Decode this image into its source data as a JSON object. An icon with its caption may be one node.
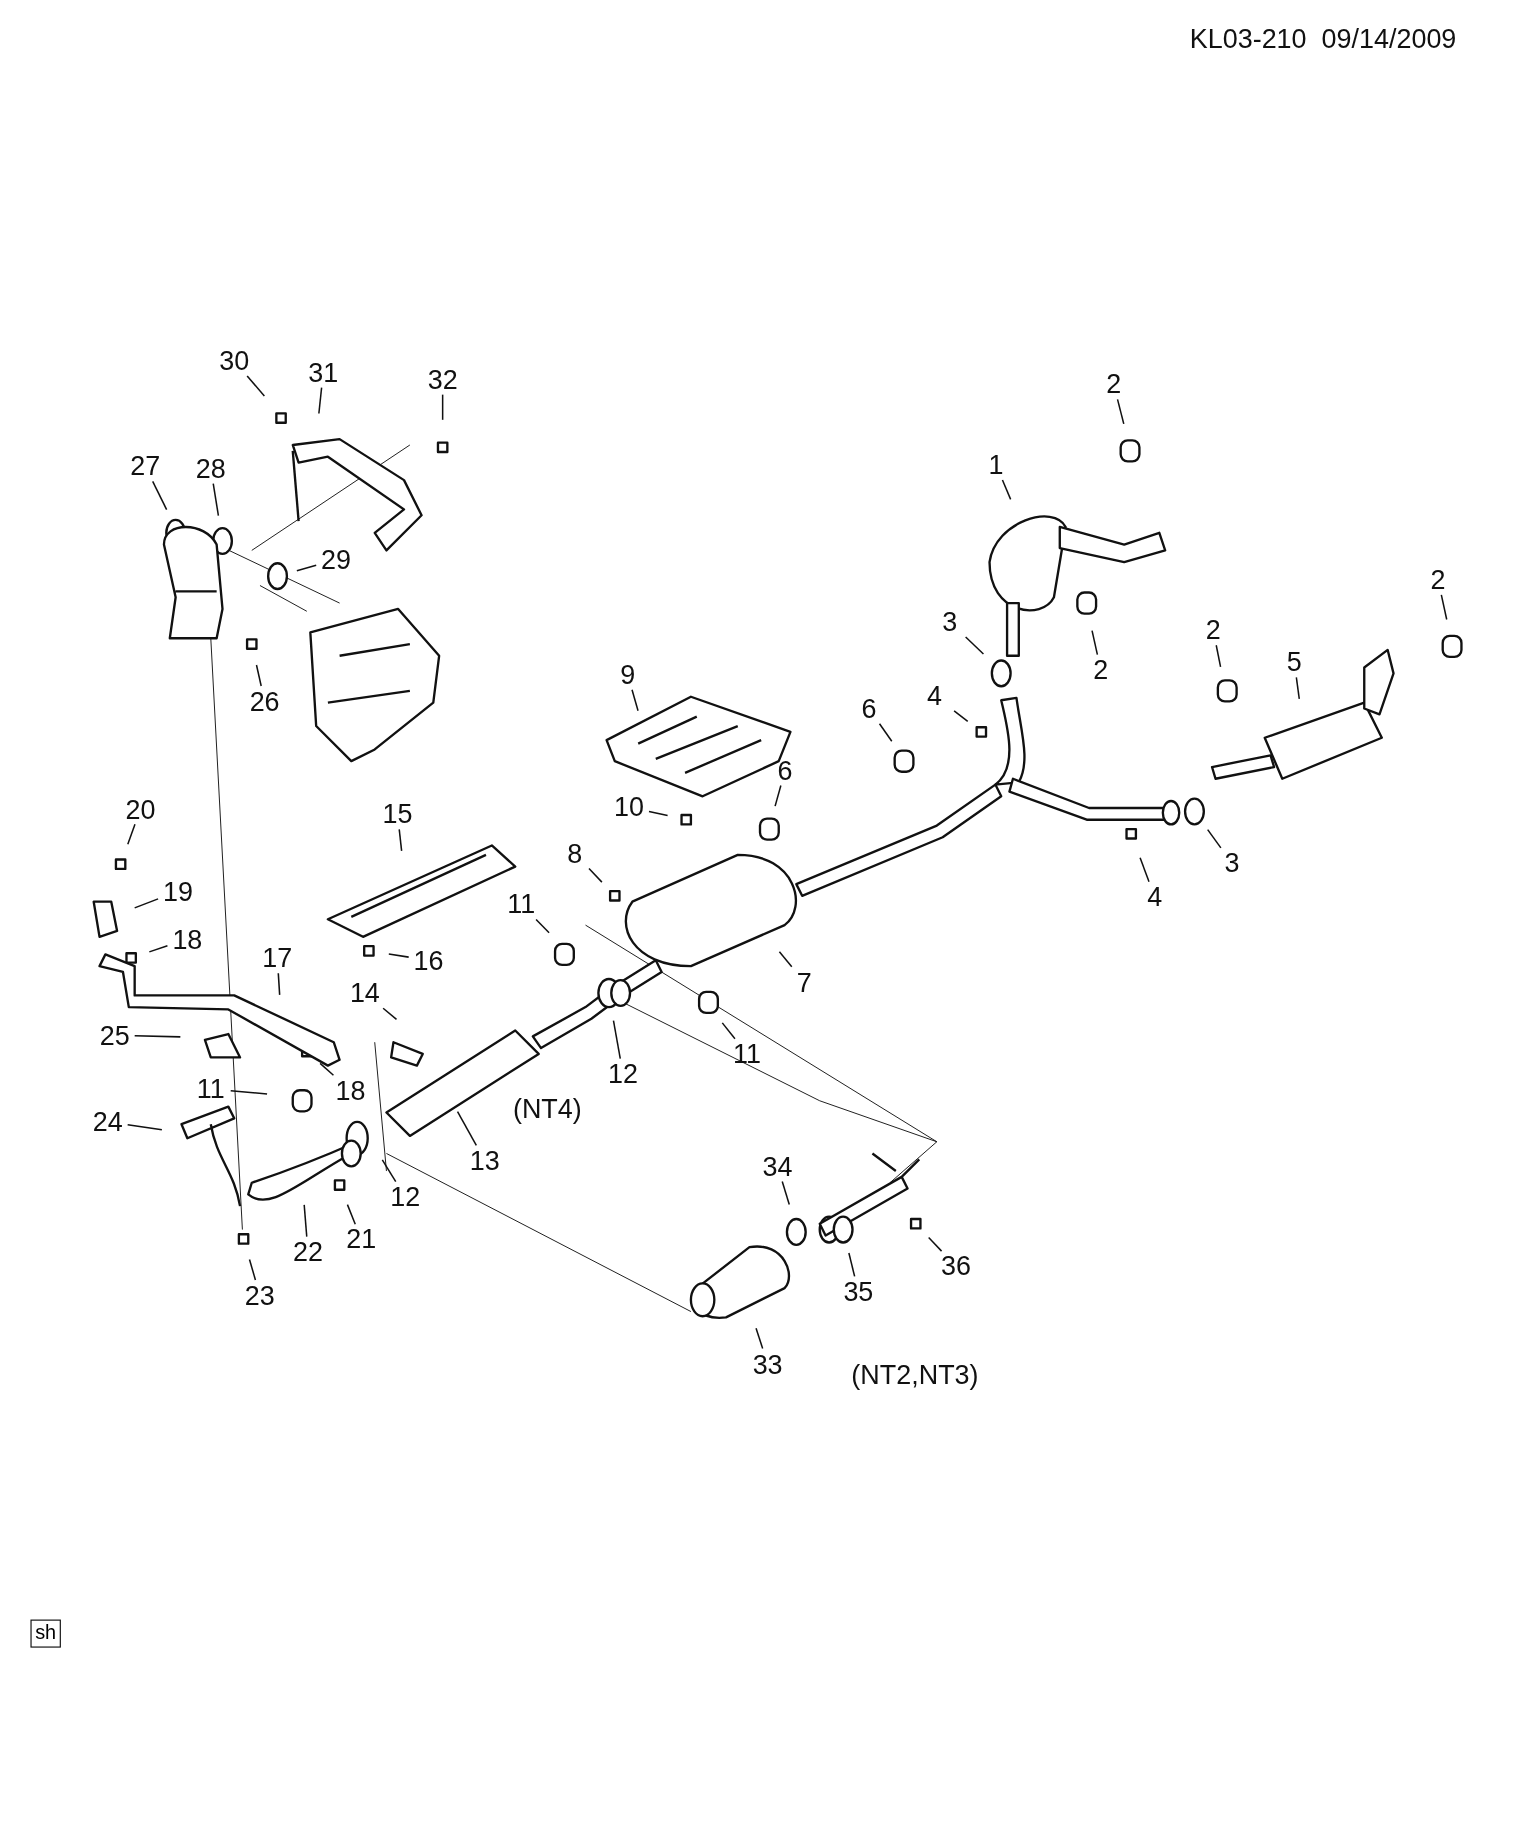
{
  "diagram": {
    "nodes": [
      {
        "text": [
          "30"
        ]
      },
      {
        "text": [
          "31"
        ]
      },
      {
        "text": [
          "32"
        ]
      },
      {
        "text": [
          "2"
        ]
      },
      {
        "text": [
          "27"
        ]
      },
      {
        "text": [
          "28"
        ]
      },
      {
        "text": [
          "1"
        ]
      },
      {
        "text": [
          "29"
        ]
      },
      {
        "text": [
          "2"
        ]
      },
      {
        "text": [
          "3"
        ]
      },
      {
        "text": [
          "2"
        ]
      },
      {
        "text": [
          "5"
        ]
      },
      {
        "text": [
          "2"
        ]
      },
      {
        "text": [
          "9"
        ]
      },
      {
        "text": [
          "26"
        ]
      },
      {
        "text": [
          "4"
        ]
      },
      {
        "text": [
          "6"
        ]
      },
      {
        "text": [
          "6"
        ]
      },
      {
        "text": [
          "10"
        ]
      },
      {
        "text": [
          "15"
        ]
      },
      {
        "text": [
          "20"
        ]
      },
      {
        "text": [
          "8"
        ]
      },
      {
        "text": [
          "3"
        ]
      },
      {
        "text": [
          "19"
        ]
      },
      {
        "text": [
          "4"
        ]
      },
      {
        "text": [
          "11"
        ]
      },
      {
        "text": [
          "18"
        ]
      },
      {
        "text": [
          "16"
        ]
      },
      {
        "text": [
          "17"
        ]
      },
      {
        "text": [
          "7"
        ]
      },
      {
        "text": [
          "14"
        ]
      },
      {
        "text": [
          "25"
        ]
      },
      {
        "text": [
          "11"
        ]
      },
      {
        "text": [
          "18"
        ]
      },
      {
        "text": [
          "12"
        ]
      },
      {
        "text": [
          "11"
        ]
      },
      {
        "text": [
          "24"
        ]
      },
      {
        "text": [
          "13"
        ]
      },
      {
        "text": [
          "34"
        ]
      },
      {
        "text": [
          "12"
        ]
      },
      {
        "text": [
          "21"
        ]
      },
      {
        "text": [
          "22"
        ]
      },
      {
        "text": [
          "36"
        ]
      },
      {
        "text": [
          "35"
        ]
      },
      {
        "text": [
          "23"
        ]
      },
      {
        "text": [
          "33"
        ]
      },
      {
        "text": [
          "sh"
        ]
      }
    ],
    "edges": [
      {
        "from": 0,
        "to": null,
        "arrow": "none"
      },
      {
        "from": 1,
        "to": null,
        "arrow": "none"
      },
      {
        "from": 2,
        "to": null,
        "arrow": "none"
      },
      {
        "from": 3,
        "to": null,
        "arrow": "none"
      },
      {
        "from": 4,
        "to": null,
        "arrow": "none"
      },
      {
        "from": 5,
        "to": null,
        "arrow": "none"
      },
      {
        "from": 6,
        "to": null,
        "arrow": "none"
      },
      {
        "from": 7,
        "to": null,
        "arrow": "none"
      },
      {
        "from": 8,
        "to": null,
        "arrow": "none"
      },
      {
        "from": 9,
        "to": null,
        "arrow": "none"
      },
      {
        "from": 10,
        "to": null,
        "arrow": "none"
      },
      {
        "from": 11,
        "to": null,
        "arrow": "none"
      },
      {
        "from": 12,
        "to": null,
        "arrow": "none"
      },
      {
        "from": 13,
        "to": null,
        "arrow": "none"
      },
      {
        "from": 14,
        "to": null,
        "arrow": "none"
      },
      {
        "from": 15,
        "to": null,
        "arrow": "none"
      },
      {
        "from": 16,
        "to": null,
        "arrow": "none"
      },
      {
        "from": 17,
        "to": null,
        "arrow": "none"
      },
      {
        "from": 18,
        "to": null,
        "arrow": "none"
      },
      {
        "from": 19,
        "to": null,
        "arrow": "none"
      },
      {
        "from": 20,
        "to": null,
        "arrow": "none"
      },
      {
        "from": 21,
        "to": null,
        "arrow": "none"
      },
      {
        "from": 22,
        "to": null,
        "arrow": "none"
      },
      {
        "from": 23,
        "to": null,
        "arrow": "none"
      },
      {
        "from": 24,
        "to": null,
        "arrow": "none"
      },
      {
        "from": 25,
        "to": null,
        "arrow": "none"
      },
      {
        "from": 26,
        "to": null,
        "arrow": "none"
      },
      {
        "from": 27,
        "to": null,
        "arrow": "none"
      },
      {
        "from": 28,
        "to": null,
        "arrow": "none"
      },
      {
        "from": 29,
        "to": null,
        "arrow": "none"
      },
      {
        "from": 30,
        "to": null,
        "arrow": "none"
      },
      {
        "from": 31,
        "to": null,
        "arrow": "none"
      },
      {
        "from": 32,
        "to": null,
        "arrow": "none"
      },
      {
        "from": 33,
        "to": null,
        "arrow": "none"
      },
      {
        "from": 34,
        "to": null,
        "arrow": "none"
      },
      {
        "from": 35,
        "to": null,
        "arrow": "none"
      },
      {
        "from": 36,
        "to": null,
        "arrow": "none"
      },
      {
        "from": 37,
        "to": null,
        "arrow": "none"
      },
      {
        "from": 38,
        "to": null,
        "arrow": "none"
      },
      {
        "from": 39,
        "to": null,
        "arrow": "none"
      },
      {
        "from": 40,
        "to": null,
        "arrow": "none"
      },
      {
        "from": 41,
        "to": null,
        "arrow": "none"
      },
      {
        "from": 42,
        "to": null,
        "arrow": "none"
      },
      {
        "from": 43,
        "to": null,
        "arrow": "none"
      },
      {
        "from": 44,
        "to": null,
        "arrow": "none"
      },
      {
        "from": 45,
        "to": null,
        "arrow": "none"
      }
    ],
    "labels": [
      "KL03-210  09/14/2009",
      "(NT4)",
      "(NT2,NT3)"
    ]
  }
}
